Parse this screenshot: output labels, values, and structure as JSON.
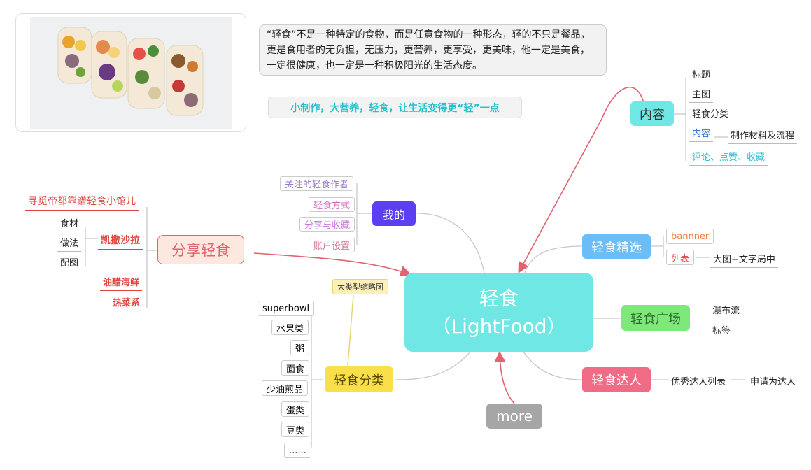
{
  "center": {
    "title": "轻食",
    "subtitle": "（LightFood）"
  },
  "description": "“轻食”不是一种特定的食物，而是任意食物的一种形态，轻的不只是餐品，更是食用者的无负担，无压力，更营养，更享受，更美味，他一定是美食，一定很健康，也一定是一种积极阳光的生活态度。",
  "slogan": "小制作，大营养，轻食，让生活变得更“轻”一点",
  "content": {
    "label": "内容",
    "items": [
      "标题",
      "主图",
      "轻食分类",
      "内容",
      "评论、点赞、收藏"
    ],
    "sub_of_content": "制作材料及流程"
  },
  "mine": {
    "label": "我的",
    "items": [
      "关注的轻食作者",
      "轻食方式",
      "分享与收藏",
      "账户设置"
    ]
  },
  "selected": {
    "label": "轻食精选",
    "items": [
      "bannner",
      "列表"
    ],
    "list_detail": "大图+文字局中"
  },
  "plaza": {
    "label": "轻食广场",
    "items": [
      "瀑布流",
      "标签"
    ]
  },
  "experts": {
    "label": "轻食达人",
    "item": "优秀达人列表",
    "sub": "申请为达人"
  },
  "more": {
    "label": "more"
  },
  "category": {
    "label": "轻食分类",
    "callout": "大类型缩略图",
    "items": [
      "superbowl",
      "水果类",
      "粥",
      "面食",
      "少油煎品",
      "蛋类",
      "豆类",
      "......"
    ]
  },
  "share": {
    "label": "分享轻食",
    "items": [
      "寻觅帝都靠谱轻食小馆儿",
      "凯撒沙拉",
      "油醋海鲜",
      "热菜系"
    ],
    "salad_items": [
      "食材",
      "做法",
      "配图"
    ]
  },
  "colors": {
    "cyan": "#6fe7e5",
    "purple": "#5b3ff0",
    "blue": "#6cbdf5",
    "green": "#7ee87b",
    "pink": "#f06b86",
    "yellow": "#f9e04a",
    "grey": "#a6a6a6",
    "red": "#e06470"
  }
}
